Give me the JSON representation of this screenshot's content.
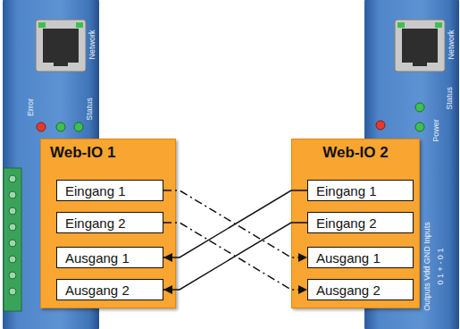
{
  "diagram": {
    "nodes": [
      {
        "text": [
          "Web-IO 1"
        ]
      },
      {
        "text": [
          "Eingang 1"
        ],
        "in": 0
      },
      {
        "text": [
          "Eingang 2"
        ],
        "in": 0
      },
      {
        "text": [
          "Ausgang 1"
        ],
        "in": 0
      },
      {
        "text": [
          "Ausgang 2"
        ],
        "in": 0
      },
      {
        "text": [
          "Web-IO 2"
        ]
      },
      {
        "text": [
          "Eingang 1"
        ],
        "in": 5
      },
      {
        "text": [
          "Eingang 2"
        ],
        "in": 5
      },
      {
        "text": [
          "Ausgang 1"
        ],
        "in": 5
      },
      {
        "text": [
          "Ausgang 2"
        ],
        "in": 5
      }
    ],
    "edges": [
      {
        "from": 1,
        "to": 8,
        "arrow": "to"
      },
      {
        "from": 2,
        "to": 9,
        "arrow": "to"
      },
      {
        "from": 6,
        "to": 3,
        "arrow": "to"
      },
      {
        "from": 7,
        "to": 4,
        "arrow": "to"
      }
    ],
    "labels": [
      "Network",
      "Error",
      "Status",
      "Network",
      "Status",
      "Power",
      "Outputs Vdd GND Inputs",
      "0 1 + - 0 1"
    ]
  }
}
